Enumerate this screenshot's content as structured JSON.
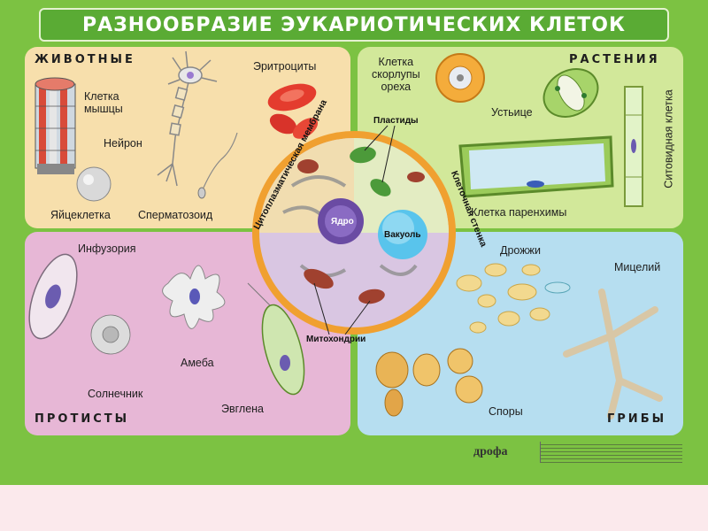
{
  "title": "РАЗНООБРАЗИЕ ЭУКАРИОТИЧЕСКИХ КЛЕТОК",
  "kingdoms": {
    "animals": "ЖИВОТНЫЕ",
    "plants": "РАСТЕНИЯ",
    "protists": "ПРОТИСТЫ",
    "fungi": "ГРИБЫ"
  },
  "animals": {
    "muscle": "Клетка\nмышцы",
    "neuron": "Нейрон",
    "egg": "Яйцеклетка",
    "sperm": "Сперматозоид",
    "erythrocytes": "Эритроциты"
  },
  "plants": {
    "nutshell": "Клетка\nскорлупы\nореха",
    "stomata": "Устьице",
    "parenchyma": "Клетка паренхимы",
    "sieve": "Ситовидная клетка"
  },
  "protists": {
    "infusoria": "Инфузория",
    "amoeba": "Амеба",
    "heliozoan": "Солнечник",
    "euglena": "Эвглена"
  },
  "fungi": {
    "yeast": "Дрожжи",
    "mycelium": "Мицелий",
    "spores": "Споры"
  },
  "cell": {
    "membrane": "Цитоплазматическая мембрана",
    "wall": "Клеточная стенка",
    "nucleus": "Ядро",
    "vacuole": "Вакуоль",
    "plastids": "Пластиды",
    "mitochondria": "Митохондрии"
  },
  "publisher": "дрофа",
  "colors": {
    "background": "#7cc242",
    "animals": "#f7dfac",
    "plants": "#d2e89a",
    "protists": "#e7b7d6",
    "fungi": "#b6def0",
    "below": "#fbe9ec"
  }
}
